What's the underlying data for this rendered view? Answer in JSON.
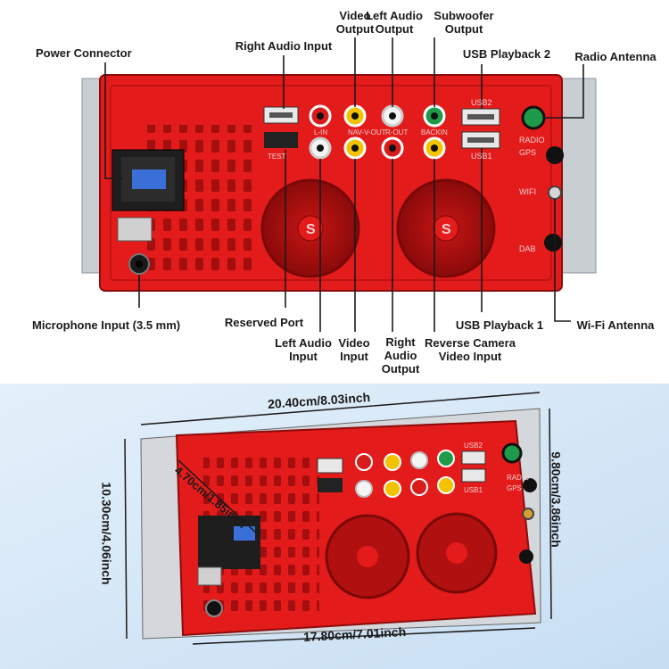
{
  "top_labels": {
    "power_connector": "Power Connector",
    "right_audio_input": "Right Audio Input",
    "video_output": "Video\nOutput",
    "left_audio_output": "Left Audio\nOutput",
    "subwoofer_output": "Subwoofer\nOutput",
    "usb_playback_2": "USB Playback 2",
    "radio_antenna": "Radio Antenna",
    "microphone_input": "Microphone Input (3.5 mm)",
    "reserved_port": "Reserved Port",
    "left_audio_input": "Left Audio\nInput",
    "video_input": "Video\nInput",
    "right_audio_output": "Right\nAudio\nOutput",
    "reverse_camera_video_input": "Reverse Camera\nVideo Input",
    "usb_playback_1": "USB Playback 1",
    "wifi_antenna": "Wi-Fi Antenna"
  },
  "panel_marks": {
    "usb2": "USB2",
    "usb1": "USB1",
    "test": "TEST",
    "lin": "L-IN",
    "nav_out": "NAV-V-OUT",
    "r_out": "R-OUT",
    "back_in": "BACKIN",
    "radio": "RADIO",
    "gps": "GPS",
    "wifi": "WIFI",
    "dab": "DAB",
    "fan_logo": "S"
  },
  "dimensions": {
    "width_top": "20.40cm/8.03inch",
    "width_bottom": "17.80cm/7.01inch",
    "height_left": "10.30cm/4.06inch",
    "height_right": "9.80cm/3.86inch",
    "depth": "4.70cm/1.85inch"
  },
  "colors": {
    "panel_red": "#e31b1b",
    "panel_dark": "#9c0d0d",
    "plug_yellow": "#f3c300",
    "plug_green": "#1f9a4a",
    "plug_white": "#f4f4f4",
    "plug_red": "#d81c1c",
    "bottom_bg": "#d6e9f8"
  }
}
